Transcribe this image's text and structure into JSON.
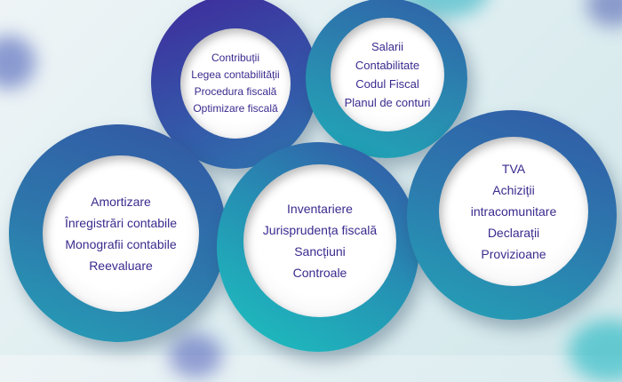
{
  "circles": [
    {
      "items": [
        "Contribuții",
        "Legea contabilității",
        "Procedura fiscală",
        "Optimizare fiscală"
      ]
    },
    {
      "items": [
        "Salarii",
        "Contabilitate",
        "Codul Fiscal",
        "Planul de conturi"
      ]
    },
    {
      "items": [
        "Amortizare",
        "Înregistrări contabile",
        "Monografii contabile",
        "Reevaluare"
      ]
    },
    {
      "items": [
        "Inventariere",
        "Jurisprudența fiscală",
        "Sancțiuni",
        "Controale"
      ]
    },
    {
      "items": [
        "TVA",
        "Achiziții",
        "intracomunitare",
        "Declarații",
        "Provizioane"
      ]
    }
  ],
  "colors": {
    "text": "#3b2a8e",
    "ring_dark": "#3d2a9a",
    "ring_blue": "#2f6aa8",
    "ring_teal": "#1fbcbc"
  }
}
